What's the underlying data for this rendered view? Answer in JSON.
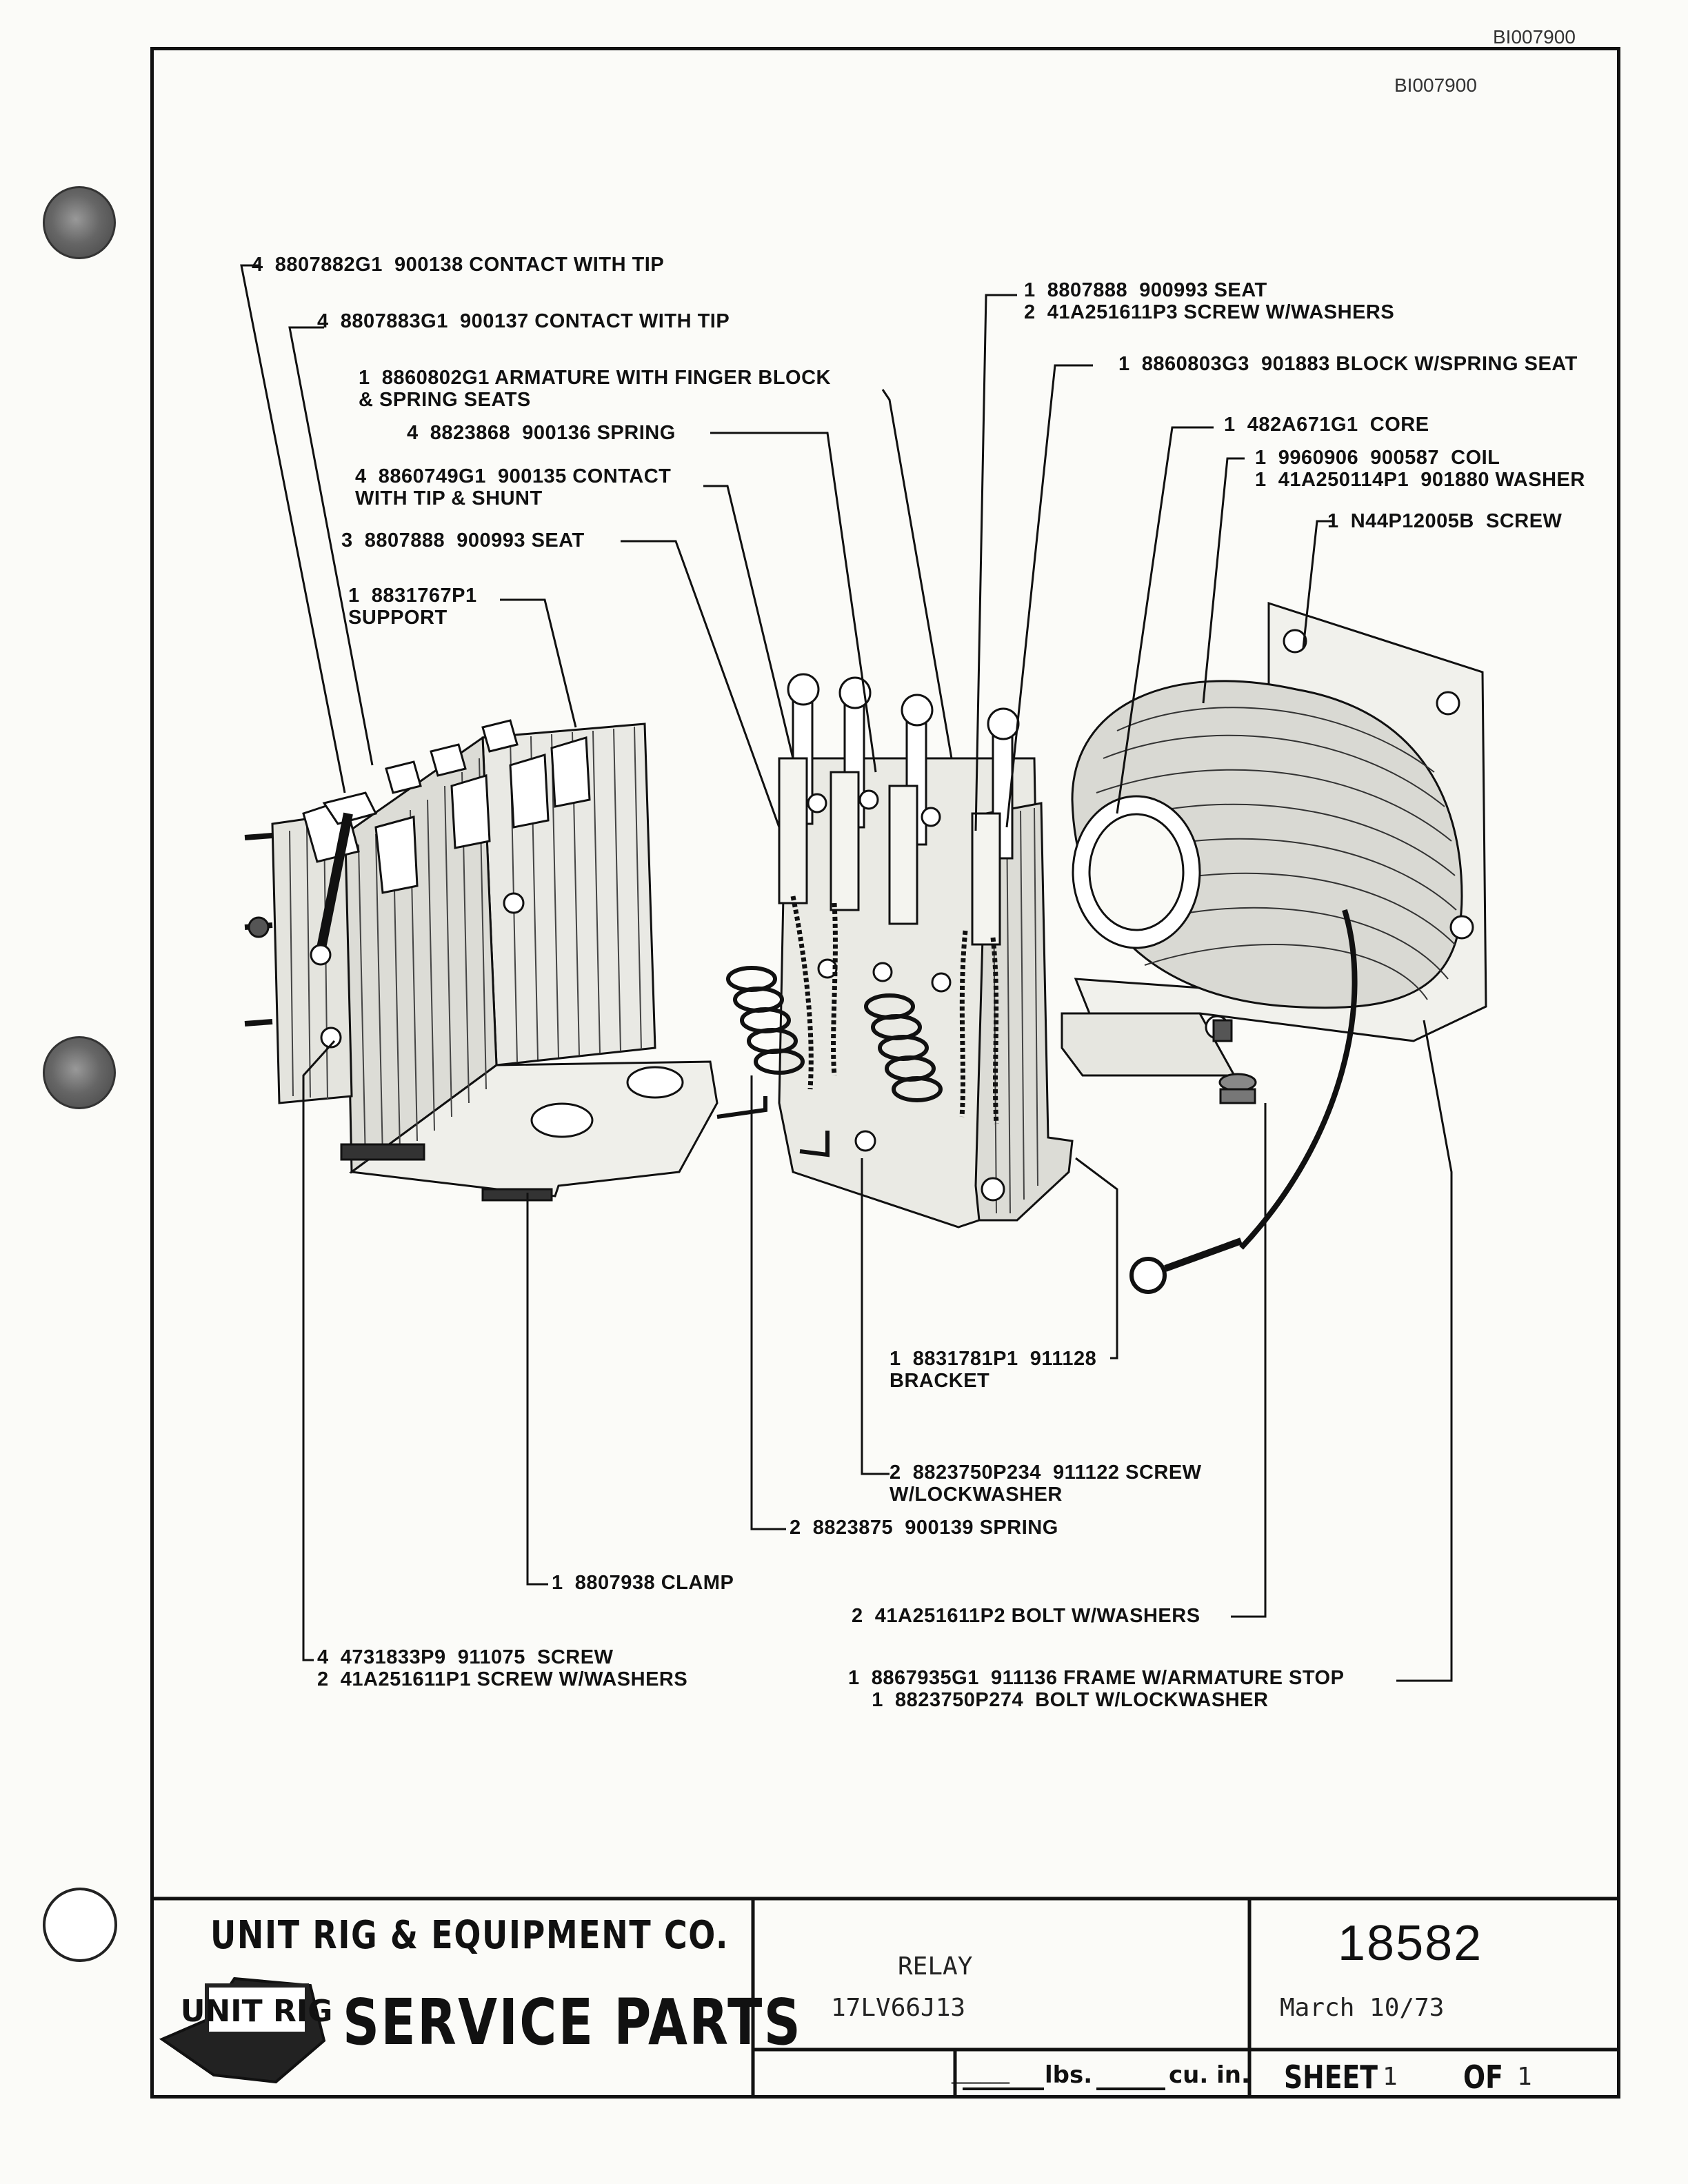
{
  "document_ids": {
    "top": "BI007900",
    "inner": "BI007900"
  },
  "callouts": {
    "c1": "4  8807882G1  900138 CONTACT WITH TIP",
    "c2": "4  8807883G1  900137 CONTACT WITH TIP",
    "c3": "1  8860802G1 ARMATURE WITH FINGER BLOCK\n& SPRING SEATS",
    "c4": "4  8823868  900136 SPRING",
    "c5": "4  8860749G1  900135 CONTACT\nWITH TIP & SHUNT",
    "c6": "3  8807888  900993 SEAT",
    "c7": "1  8831767P1\nSUPPORT",
    "c8": "1  8807888  900993 SEAT\n2  41A251611P3 SCREW W/WASHERS",
    "c9": "1  8860803G3  901883 BLOCK W/SPRING SEAT",
    "c10": "1  482A671G1  CORE",
    "c11": "1  9960906  900587  COIL\n1  41A250114P1  901880 WASHER",
    "c12": "1  N44P12005B  SCREW",
    "c13": "1  8831781P1  911128\nBRACKET",
    "c14": "2  8823750P234  911122 SCREW\nW/LOCKWASHER",
    "c15": "2  8823875  900139 SPRING",
    "c16": "1  8807938 CLAMP",
    "c17": "2  41A251611P2 BOLT W/WASHERS",
    "c18": "4  4731833P9  911075  SCREW\n2  41A251611P1 SCREW W/WASHERS",
    "c19": "1  8867935G1  911136 FRAME W/ARMATURE STOP\n    1  8823750P274  BOLT W/LOCKWASHER"
  },
  "title_block": {
    "company": "UNIT RIG & EQUIPMENT CO.",
    "logo_text": "UNIT RIG",
    "service_parts": "SERVICE PARTS",
    "part_name": "RELAY",
    "part_model": "17LV66J13",
    "drawing_number": "18582",
    "date": "March 10/73",
    "lbs_label": "lbs.",
    "cuin_label": "cu. in.",
    "sheet_label": "SHEET",
    "sheet_num": "1",
    "of_label": "OF",
    "sheet_total": "1"
  }
}
